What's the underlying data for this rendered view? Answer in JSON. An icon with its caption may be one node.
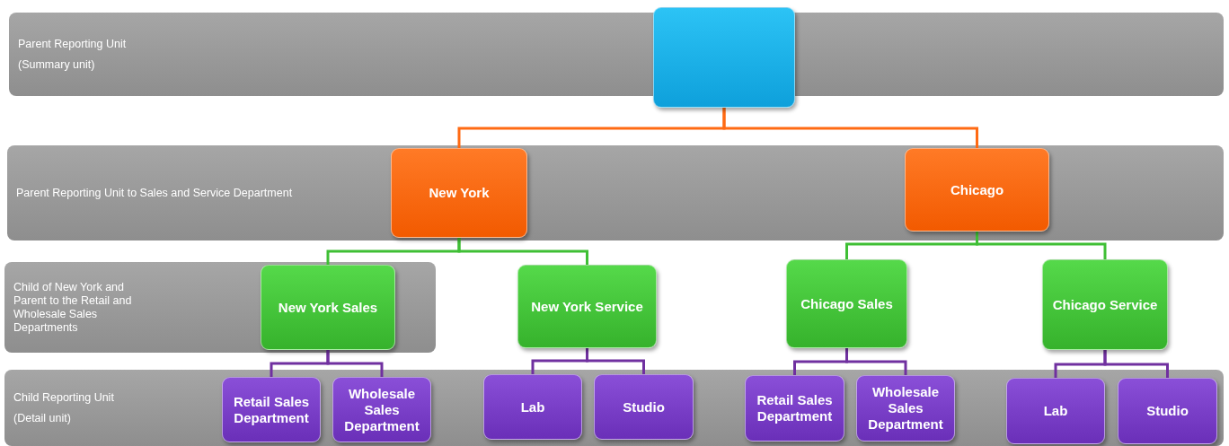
{
  "diagram": {
    "nodes": [
      {
        "text": [
          "Parent Reporting Unit",
          "(Summary unit)"
        ]
      },
      {
        "text": [],
        "shape": "box"
      },
      {
        "text": [
          "Parent Reporting Unit to Sales and Service Department"
        ]
      },
      {
        "text": [
          "New York"
        ],
        "in": 2
      },
      {
        "text": [
          "Chicago"
        ],
        "in": 2
      },
      {
        "text": [
          "Child of New York and Parent to the Retail and Wholesale Sales Departments"
        ]
      },
      {
        "text": [
          "New York Sales"
        ],
        "in": 5
      },
      {
        "text": [
          "New York Service"
        ]
      },
      {
        "text": [
          "Chicago Sales"
        ]
      },
      {
        "text": [
          "Chicago Service"
        ]
      },
      {
        "text": [
          "Child Reporting Unit",
          "(Detail unit)"
        ]
      },
      {
        "text": [
          "Retail Sales Department"
        ],
        "in": 10
      },
      {
        "text": [
          "Wholesale Sales Department"
        ],
        "in": 10
      },
      {
        "text": [
          "Lab"
        ],
        "in": 10
      },
      {
        "text": [
          "Studio"
        ],
        "in": 10
      },
      {
        "text": [
          "Retail Sales Department"
        ],
        "in": 10
      },
      {
        "text": [
          "Wholesale Sales Department"
        ],
        "in": 10
      },
      {
        "text": [
          "Lab"
        ],
        "in": 10
      },
      {
        "text": [
          "Studio"
        ],
        "in": 10
      }
    ],
    "edges": [
      {
        "from": 1,
        "to": 3,
        "arrow": "none",
        "color": "#ff6a13"
      },
      {
        "from": 1,
        "to": 4,
        "arrow": "none",
        "color": "#ff6a13"
      },
      {
        "from": 3,
        "to": 6,
        "arrow": "none",
        "color": "#3fbf35"
      },
      {
        "from": 3,
        "to": 7,
        "arrow": "none",
        "color": "#3fbf35"
      },
      {
        "from": 4,
        "to": 8,
        "arrow": "none",
        "color": "#3fbf35"
      },
      {
        "from": 4,
        "to": 9,
        "arrow": "none",
        "color": "#3fbf35"
      },
      {
        "from": 6,
        "to": 11,
        "arrow": "none"
      },
      {
        "from": 6,
        "to": 12,
        "arrow": "none"
      },
      {
        "from": 7,
        "to": 13,
        "arrow": "none"
      },
      {
        "from": 7,
        "to": 14,
        "arrow": "none"
      },
      {
        "from": 8,
        "to": 15,
        "arrow": "none"
      },
      {
        "from": 8,
        "to": 16,
        "arrow": "none"
      },
      {
        "from": 9,
        "to": 17,
        "arrow": "none"
      },
      {
        "from": 9,
        "to": 18,
        "arrow": "none"
      }
    ]
  }
}
